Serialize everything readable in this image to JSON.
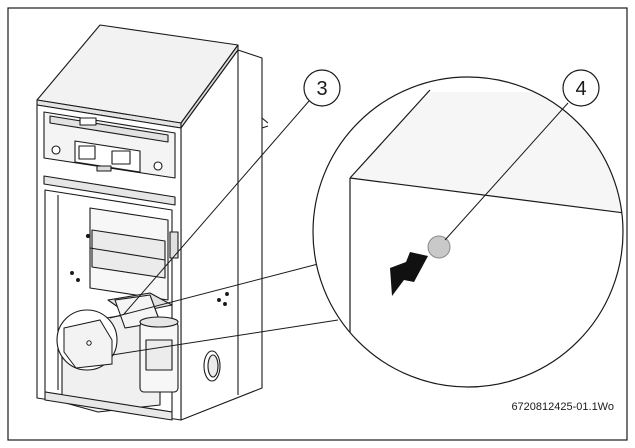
{
  "callouts": {
    "part_3": "3",
    "part_4": "4"
  },
  "figure_ref": "6720812425-01.1Wo",
  "colors": {
    "line": "#1a1a1a",
    "panel_fill": "#ffffff",
    "shade_light": "#f2f2f2",
    "shade_mid": "#dedede",
    "button_fill": "#c9c9c9",
    "arrow_fill": "#111111"
  }
}
